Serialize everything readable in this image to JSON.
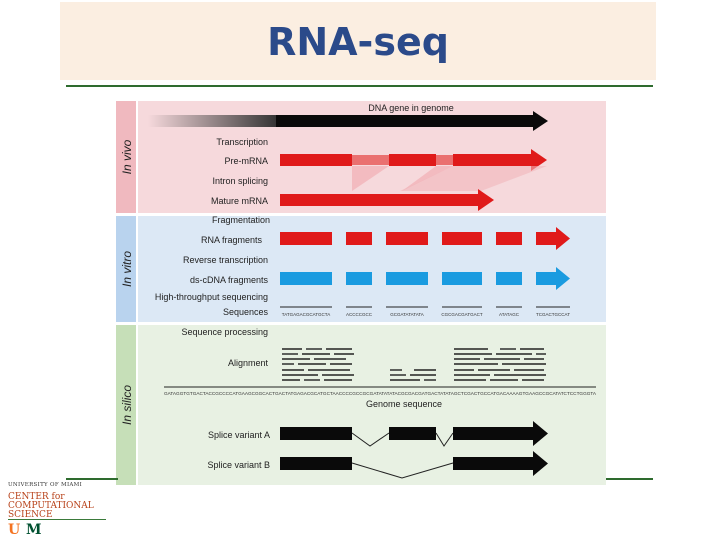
{
  "slide": {
    "title": "RNA-seq"
  },
  "sections": {
    "in_vivo": "In vivo",
    "in_vitro": "In vitro",
    "in_silico": "In silico"
  },
  "steps": {
    "header": "DNA gene in genome",
    "transcription": "Transcription",
    "pre_mrna": "Pre-mRNA",
    "intron_splicing": "Intron splicing",
    "mature_mrna": "Mature mRNA",
    "fragmentation": "Fragmentation",
    "rna_fragments": "RNA fragments",
    "reverse_transcription": "Reverse transcription",
    "ds_cdna": "ds-cDNA fragments",
    "hts": "High-throughput sequencing",
    "sequences": "Sequences",
    "sequence_processing": "Sequence processing",
    "alignment": "Alignment",
    "genome_sequence": "Genome sequence",
    "splice_a": "Splice variant A",
    "splice_b": "Splice variant B"
  },
  "reads": [
    "TATGAGACGCATGCTA",
    "ACCCCGCC",
    "GCGATATATATA",
    "CGCGACGATGACT",
    "ATATAGC",
    "TCGACTGCCAT"
  ],
  "genome_string": "GATAGGTGTGACTACCGCCCCATGAAGCGGCACTGACTATGAGACGCATGCTAACCCCGCCGCGATATATATACGCGACGATGACTATATAGCTCGACTGCCATGACAAAAGTGAAGCCGCATATCTCCTGGGTA",
  "logo": {
    "university": "UNIVERSITY OF MIAMI",
    "line1": "CENTER for",
    "line2": "COMPUTATIONAL",
    "line3": "SCIENCE",
    "mark_left": "U",
    "mark_right": "M"
  },
  "colors": {
    "vivo_bg": "#f6d9dc",
    "vitro_bg": "#dce8f5",
    "silico_bg": "#e8f1e3",
    "vivo_tab": "#f0b9bf",
    "vitro_tab": "#b9d3ee",
    "silico_tab": "#c6dfb8",
    "red": "#e01a1a",
    "blue": "#1a9be0",
    "black": "#0a0a0a"
  }
}
